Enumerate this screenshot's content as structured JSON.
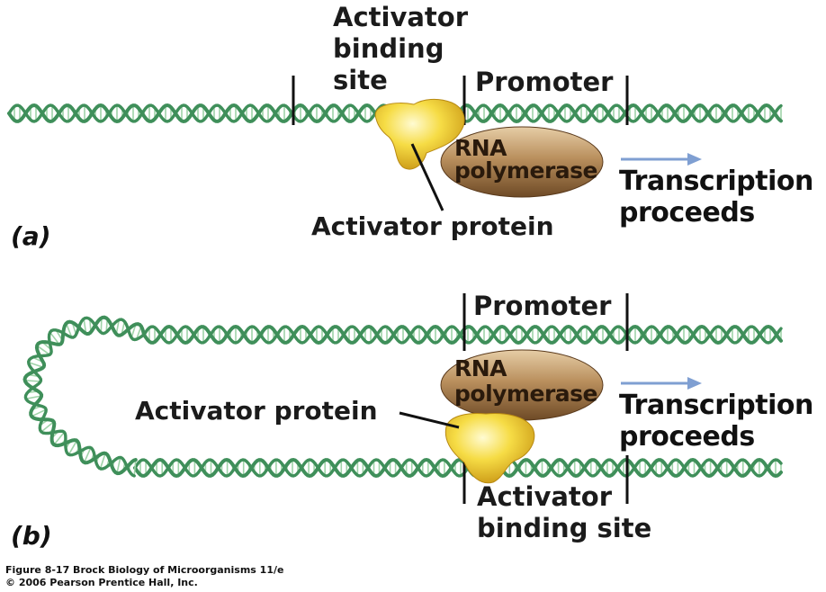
{
  "panel_a": {
    "panel_label": "(a)",
    "activator_binding_site": [
      "Activator",
      "binding",
      "site"
    ],
    "promoter": "Promoter",
    "rna_polymerase": [
      "RNA",
      "polymerase"
    ],
    "activator_protein": "Activator protein",
    "transcription": [
      "Transcription",
      "proceeds"
    ]
  },
  "panel_b": {
    "panel_label": "(b)",
    "promoter": "Promoter",
    "rna_polymerase": [
      "RNA",
      "polymerase"
    ],
    "activator_protein": "Activator protein",
    "transcription": [
      "Transcription",
      "proceeds"
    ],
    "activator_binding_site": [
      "Activator",
      "binding site"
    ]
  },
  "caption": {
    "line1": "Figure 8-17  Brock Biology of Microorganisms 11/e",
    "line2": "© 2006 Pearson Prentice Hall, Inc."
  },
  "colors": {
    "dna": "#3f8f5a",
    "dna_light": "#9fd3a8",
    "polymerase": "#b98f5d",
    "activator": "#f2cf33",
    "arrow": "#7f9fd2"
  }
}
